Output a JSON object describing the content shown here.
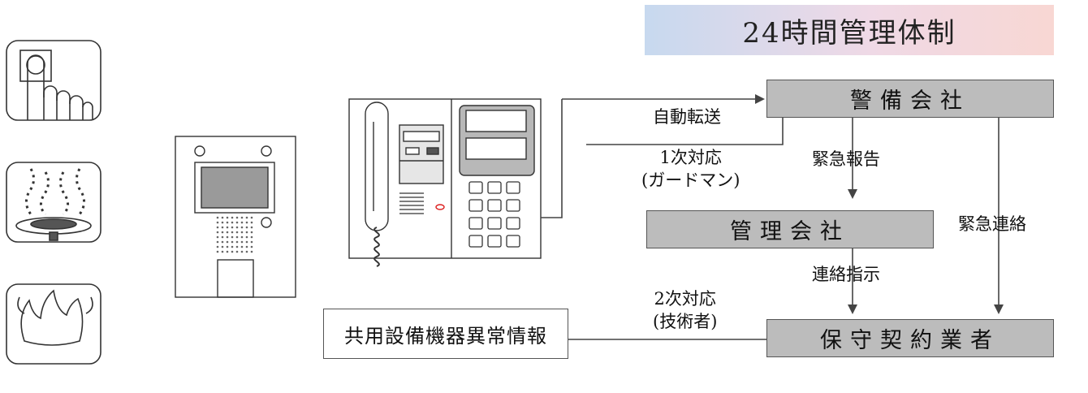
{
  "banner": {
    "title": "24時間管理体制"
  },
  "boxes": {
    "security": "警備会社",
    "management": "管理会社",
    "maintenance": "保守契約業者",
    "alarm_info": "共用設備機器異常情報"
  },
  "labels": {
    "auto_transfer": "自動転送",
    "first_response_line1": "1次対応",
    "first_response_line2": "(ガードマン)",
    "emergency_report": "緊急報告",
    "emergency_contact": "緊急連絡",
    "contact_instruction": "連絡指示",
    "second_response_line1": "2次対応",
    "second_response_line2": "(技術者)"
  },
  "icons": [
    "button-press-icon",
    "gas-stove-icon",
    "fire-icon"
  ],
  "colors": {
    "box_grey": "#bcbcbc",
    "line": "#444444"
  }
}
